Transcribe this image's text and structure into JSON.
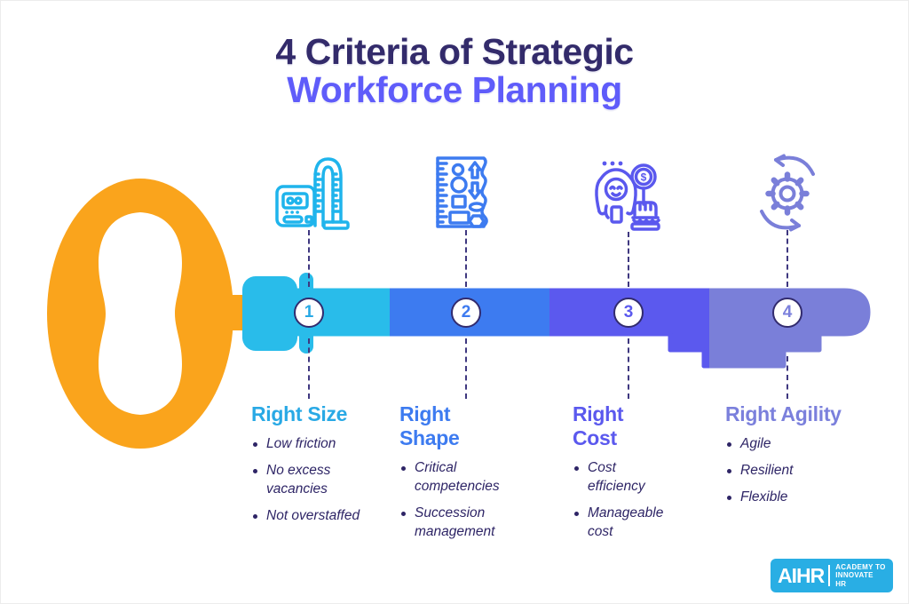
{
  "title": {
    "line1": "4 Criteria of Strategic",
    "line2": "Workforce Planning"
  },
  "sections": [
    {
      "number": "1",
      "heading": "Right Size",
      "icon": "measuring-scale-icon",
      "color": "#29A9E5",
      "bullets": [
        "Low friction",
        "No excess vacancies",
        "Not overstaffed"
      ]
    },
    {
      "number": "2",
      "heading": "Right Shape",
      "icon": "shapes-checklist-icon",
      "color": "#3D7BF0",
      "bullets": [
        "Critical competencies",
        "Succession management"
      ]
    },
    {
      "number": "3",
      "heading": "Right Cost",
      "icon": "person-cost-coin-icon",
      "color": "#5B59EE",
      "bullets": [
        "Cost efficiency",
        "Manageable cost"
      ]
    },
    {
      "number": "4",
      "heading": "Right Agility",
      "icon": "gear-cycle-icon",
      "color": "#7B80DC",
      "bullets": [
        "Agile",
        "Resilient",
        "Flexible"
      ]
    }
  ],
  "key_colors": {
    "head_orange": "#FAA41C",
    "segment_1_cyan": "#29BCEA",
    "segment_2_blue": "#3D7BF0",
    "segment_3_purple": "#5B59EE",
    "segment_4_periwinkle": "#7A7FD9",
    "title_navy": "#332B6B",
    "title_purple": "#5F5CFA",
    "bullet_text_navy": "#2E2566",
    "dashed_line": "#3F3880"
  },
  "logo": {
    "brand": "AIHR",
    "tagline_line1": "ACADEMY TO",
    "tagline_line2": "INNOVATE HR"
  }
}
